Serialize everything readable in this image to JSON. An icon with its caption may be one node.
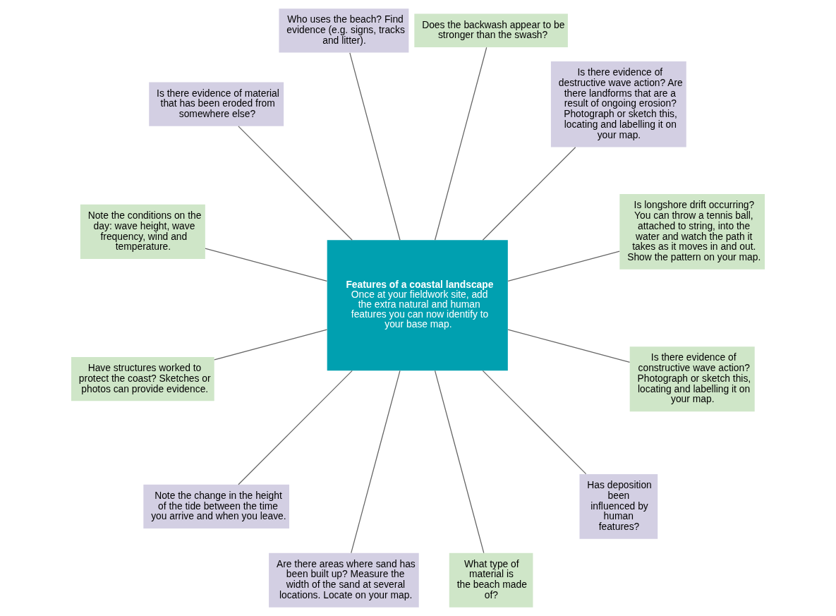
{
  "diagram": {
    "nodes": [
      {
        "text": [
          "Features of a coastal landscape",
          "Once at your fieldwork site, add the extra natural and human features you can now identify to your base map."
        ]
      },
      {
        "text": [
          "Is longshore drift occurring? You can throw a tennis ball, attached to string, into the water and watch the path it takes as it moves in and out. Show the pattern on your map."
        ]
      },
      {
        "text": [
          "Is there evidence of destructive wave action? Are there landforms that are a result of ongoing erosion? Photograph or sketch this, locating and labelling it on your map."
        ]
      },
      {
        "text": [
          "Does the backwash appear to be stronger than the swash?"
        ]
      },
      {
        "text": [
          "Who uses the beach? Find evidence (e.g. signs, tracks and litter)."
        ]
      },
      {
        "text": [
          "Is there evidence of material that has been eroded from somewhere else?"
        ]
      },
      {
        "text": [
          "Note the conditions on the day: wave height, wave frequency, wind and temperature."
        ]
      },
      {
        "text": [
          "Have structures worked to protect the coast? Sketches or photos can provide evidence."
        ]
      },
      {
        "text": [
          "Note the change in the height of the tide between the time you arrive and when you leave."
        ]
      },
      {
        "text": [
          "Are there areas where sand has been built up? Measure the width of the sand at several locations. Locate on your map."
        ]
      },
      {
        "text": [
          "What type of material is the beach made of?"
        ]
      },
      {
        "text": [
          "Has deposition been influenced by human features?"
        ]
      },
      {
        "text": [
          "Is there evidence of constructive wave action? Photograph or sketch this, locating and labelling it on your map."
        ]
      }
    ],
    "edges": [
      {
        "from": 0,
        "to": 1,
        "arrow": "none"
      },
      {
        "from": 0,
        "to": 2,
        "arrow": "none"
      },
      {
        "from": 0,
        "to": 3,
        "arrow": "none"
      },
      {
        "from": 0,
        "to": 4,
        "arrow": "none"
      },
      {
        "from": 0,
        "to": 5,
        "arrow": "none"
      },
      {
        "from": 0,
        "to": 6,
        "arrow": "none"
      },
      {
        "from": 0,
        "to": 7,
        "arrow": "none"
      },
      {
        "from": 0,
        "to": 8,
        "arrow": "none"
      },
      {
        "from": 0,
        "to": 9,
        "arrow": "none"
      },
      {
        "from": 0,
        "to": 10,
        "arrow": "none"
      },
      {
        "from": 0,
        "to": 11,
        "arrow": "none"
      },
      {
        "from": 0,
        "to": 12,
        "arrow": "none"
      }
    ]
  }
}
